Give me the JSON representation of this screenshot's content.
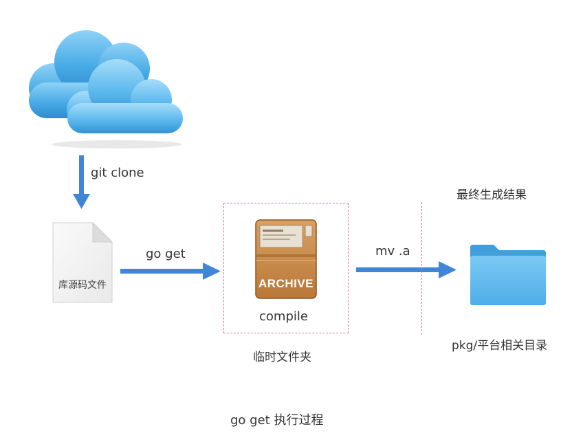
{
  "diagram": {
    "cloud": {
      "icon": "cloud-icon"
    },
    "arrow_clone": {
      "label": "git clone"
    },
    "source_file": {
      "icon": "document-icon",
      "label": "库源码文件"
    },
    "arrow_get": {
      "label": "go get"
    },
    "temp_folder": {
      "icon": "archive-box-icon",
      "archive_text": "ARCHIVE",
      "compile_label": "compile",
      "caption": "临时文件夹"
    },
    "arrow_mv": {
      "label": "mv .a"
    },
    "result": {
      "title": "最终生成结果",
      "icon": "folder-icon",
      "caption": "pkg/平台相关目录"
    },
    "footer_caption": "go get 执行过程",
    "colors": {
      "arrow": "#3f86d8",
      "dashed": "#ee6f8f",
      "cloud": "#4fb2ea",
      "folder": "#59b7ef",
      "archive": "#c98a4d"
    }
  }
}
